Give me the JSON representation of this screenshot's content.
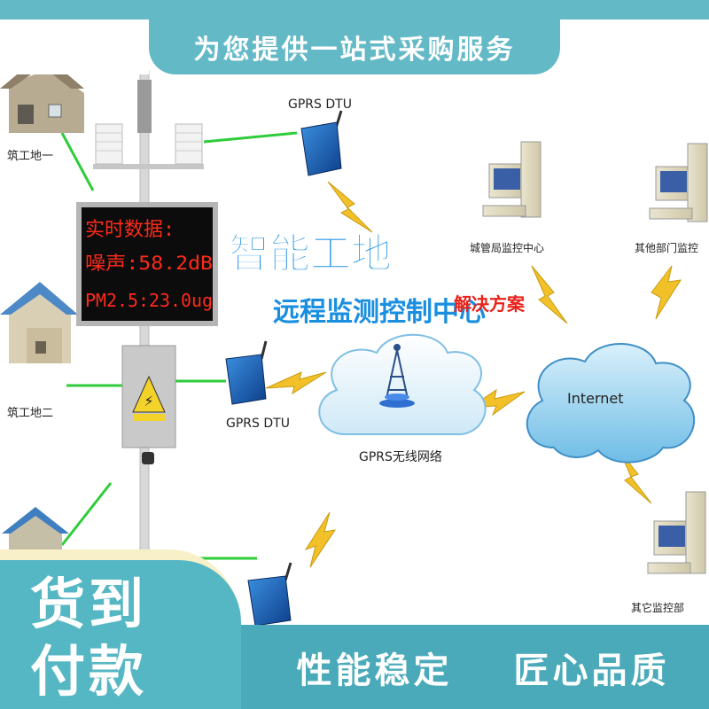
{
  "banner": {
    "top_text": "为您提供一站式采购服务"
  },
  "led_screen": {
    "line1": "实时数据:",
    "line2": "噪声:58.2dB",
    "line3": "PM2.5:23.0ug"
  },
  "sites": [
    {
      "label": "筑工地一"
    },
    {
      "label": "筑工地二"
    }
  ],
  "dtus": [
    {
      "label": "GPRS DTU"
    },
    {
      "label": "GPRS DTU"
    }
  ],
  "headline": {
    "title": "智能工地",
    "subtitle": "远程监测控制中心",
    "solution": "解决方案"
  },
  "network": {
    "gprs_label": "GPRS无线网络",
    "internet_label": "Internet"
  },
  "monitor_centers": [
    {
      "label": "城管局监控中心"
    },
    {
      "label": "其他部门监控"
    },
    {
      "label": "其它监控部"
    }
  ],
  "footer": {
    "badge_line1": "货到",
    "badge_line2": "付款",
    "slogan1": "性能稳定",
    "slogan2": "匠心品质"
  },
  "colors": {
    "banner": "#64b9c7",
    "bottom_band": "#4aaab9",
    "badge_bg": "#56b7c4",
    "badge_border": "#f7f0c8",
    "led_text": "#ff2a1a",
    "headline_blue": "#1a8fe0",
    "solution_red": "#e8221a",
    "link_green": "#2ecc3a",
    "lightning": "#f2c12a"
  }
}
